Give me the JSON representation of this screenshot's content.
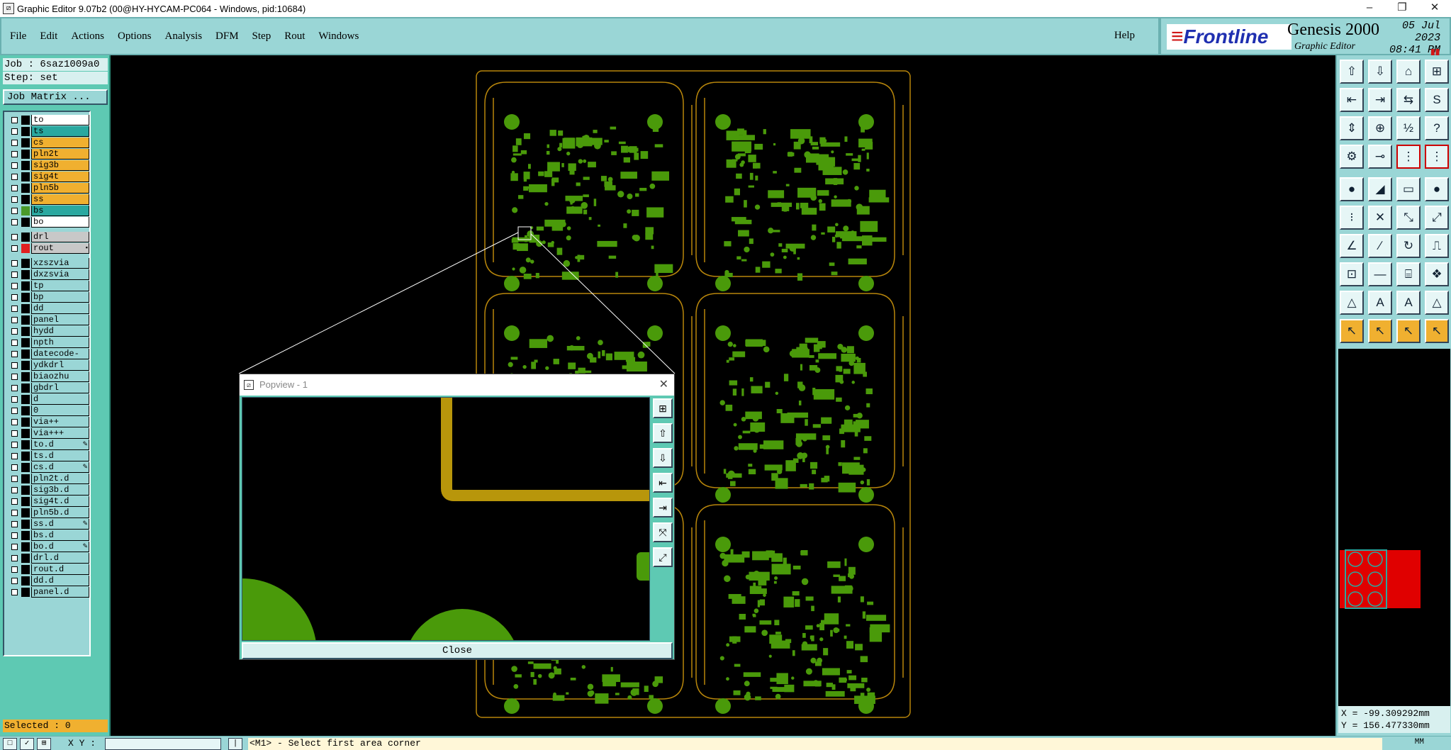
{
  "window": {
    "title": "Graphic Editor 9.07b2 (00@HY-HYCAM-PC064 - Windows, pid:10684)",
    "minimize": "–",
    "restore": "❐",
    "close": "✕"
  },
  "menu": {
    "items": [
      "File",
      "Edit",
      "Actions",
      "Options",
      "Analysis",
      "DFM",
      "Step",
      "Rout",
      "Windows"
    ],
    "help": "Help"
  },
  "brand": {
    "logo": "Frontline",
    "product": "Genesis 2000",
    "subtitle": "Graphic Editor",
    "date": "05 Jul 2023",
    "time": "08:41 PM",
    "marker": "▮▮"
  },
  "job": {
    "job_line": "Job : 6saz1009a0",
    "step_line": "Step: set",
    "job_matrix_button": "Job Matrix ..."
  },
  "layers": [
    {
      "name": "to",
      "bg": "#ffffff",
      "color": "#000000"
    },
    {
      "name": "ts",
      "bg": "#2aa8a0",
      "color": "#000000"
    },
    {
      "name": "cs",
      "bg": "#f0b030",
      "color": "#000000"
    },
    {
      "name": "pln2t",
      "bg": "#f0b030",
      "color": "#000000"
    },
    {
      "name": "sig3b",
      "bg": "#f0b030",
      "color": "#000000"
    },
    {
      "name": "sig4t",
      "bg": "#f0b030",
      "color": "#000000"
    },
    {
      "name": "pln5b",
      "bg": "#f0b030",
      "color": "#000000"
    },
    {
      "name": "ss",
      "bg": "#f0b030",
      "color": "#000000"
    },
    {
      "name": "bs",
      "bg": "#2aa8a0",
      "color": "#4a9a2a"
    },
    {
      "name": "bo",
      "bg": "#ffffff",
      "color": "#000000"
    },
    {
      "name": "drl",
      "bg": "#c8c8c8",
      "color": "#000000"
    },
    {
      "name": "rout",
      "bg": "#c8c8c8",
      "color": "#e02020",
      "flag": "▪"
    },
    {
      "name": "xzszvia",
      "bg": "#9ad6d6",
      "color": "#000000"
    },
    {
      "name": "dxzsvia",
      "bg": "#9ad6d6",
      "color": "#000000"
    },
    {
      "name": "tp",
      "bg": "#9ad6d6",
      "color": "#000000"
    },
    {
      "name": "bp",
      "bg": "#9ad6d6",
      "color": "#000000"
    },
    {
      "name": "dd",
      "bg": "#9ad6d6",
      "color": "#000000"
    },
    {
      "name": "panel",
      "bg": "#9ad6d6",
      "color": "#000000"
    },
    {
      "name": "hydd",
      "bg": "#9ad6d6",
      "color": "#000000"
    },
    {
      "name": "npth",
      "bg": "#9ad6d6",
      "color": "#000000"
    },
    {
      "name": "datecode-to",
      "bg": "#9ad6d6",
      "color": "#000000"
    },
    {
      "name": "ydkdrl",
      "bg": "#9ad6d6",
      "color": "#000000"
    },
    {
      "name": "biaozhu",
      "bg": "#9ad6d6",
      "color": "#000000"
    },
    {
      "name": "gbdrl",
      "bg": "#9ad6d6",
      "color": "#000000"
    },
    {
      "name": "d",
      "bg": "#9ad6d6",
      "color": "#000000"
    },
    {
      "name": "0",
      "bg": "#9ad6d6",
      "color": "#000000"
    },
    {
      "name": "via++",
      "bg": "#9ad6d6",
      "color": "#000000"
    },
    {
      "name": "via+++",
      "bg": "#9ad6d6",
      "color": "#000000"
    },
    {
      "name": "to.d",
      "bg": "#9ad6d6",
      "color": "#000000",
      "flag": "✎"
    },
    {
      "name": "ts.d",
      "bg": "#9ad6d6",
      "color": "#000000"
    },
    {
      "name": "cs.d",
      "bg": "#9ad6d6",
      "color": "#000000",
      "flag": "✎"
    },
    {
      "name": "pln2t.d",
      "bg": "#9ad6d6",
      "color": "#000000"
    },
    {
      "name": "sig3b.d",
      "bg": "#9ad6d6",
      "color": "#000000"
    },
    {
      "name": "sig4t.d",
      "bg": "#9ad6d6",
      "color": "#000000"
    },
    {
      "name": "pln5b.d",
      "bg": "#9ad6d6",
      "color": "#000000"
    },
    {
      "name": "ss.d",
      "bg": "#9ad6d6",
      "color": "#000000",
      "flag": "✎"
    },
    {
      "name": "bs.d",
      "bg": "#9ad6d6",
      "color": "#000000"
    },
    {
      "name": "bo.d",
      "bg": "#9ad6d6",
      "color": "#000000",
      "flag": "✎"
    },
    {
      "name": "drl.d",
      "bg": "#9ad6d6",
      "color": "#000000"
    },
    {
      "name": "rout.d",
      "bg": "#9ad6d6",
      "color": "#000000"
    },
    {
      "name": "dd.d",
      "bg": "#9ad6d6",
      "color": "#000000"
    },
    {
      "name": "panel.d",
      "bg": "#9ad6d6",
      "color": "#000000"
    }
  ],
  "selected": "Selected : 0",
  "tools": [
    {
      "icon": "⇧",
      "name": "zoom-home-icon"
    },
    {
      "icon": "⇩",
      "name": "zoom-down-icon"
    },
    {
      "icon": "⌂",
      "name": "home-icon"
    },
    {
      "icon": "⊞",
      "name": "grid-icon"
    },
    {
      "icon": "⇤",
      "name": "pan-left-icon"
    },
    {
      "icon": "⇥",
      "name": "pan-right-icon"
    },
    {
      "icon": "⇆",
      "name": "swap-icon"
    },
    {
      "icon": "S",
      "name": "snap-icon"
    },
    {
      "icon": "⇕",
      "name": "fit-icon"
    },
    {
      "icon": "⊕",
      "name": "center-icon"
    },
    {
      "icon": "½",
      "name": "half-icon"
    },
    {
      "icon": "?",
      "name": "help-icon"
    },
    {
      "icon": "⚙",
      "name": "settings-icon"
    },
    {
      "icon": "⊸",
      "name": "measure-icon"
    },
    {
      "icon": "⋮",
      "name": "net-icon",
      "red": true
    },
    {
      "icon": "⋮",
      "name": "net2-icon",
      "red": true
    },
    {
      "icon": "●",
      "name": "pad-icon"
    },
    {
      "icon": "◢",
      "name": "surface-icon"
    },
    {
      "icon": "▭",
      "name": "line-icon"
    },
    {
      "icon": "●",
      "name": "circle-icon"
    },
    {
      "icon": "⁝",
      "name": "add-pad-icon"
    },
    {
      "icon": "✕",
      "name": "delete-icon"
    },
    {
      "icon": "⤡",
      "name": "move-icon"
    },
    {
      "icon": "⤢",
      "name": "copy-icon"
    },
    {
      "icon": "∠",
      "name": "angle-icon"
    },
    {
      "icon": "∕",
      "name": "slope-icon"
    },
    {
      "icon": "↻",
      "name": "rotate-icon"
    },
    {
      "icon": "⎍",
      "name": "mirror-icon"
    },
    {
      "icon": "⊡",
      "name": "select-pad-icon"
    },
    {
      "icon": "—",
      "name": "select-line-icon"
    },
    {
      "icon": "⌸",
      "name": "select-box-icon"
    },
    {
      "icon": "❖",
      "name": "select-group-icon"
    },
    {
      "icon": "△",
      "name": "triangle-icon"
    },
    {
      "icon": "A",
      "name": "text-icon"
    },
    {
      "icon": "A",
      "name": "text2-icon"
    },
    {
      "icon": "△",
      "name": "shape-icon"
    },
    {
      "icon": "↖",
      "name": "pointer-icon",
      "active": true
    },
    {
      "icon": "↖",
      "name": "pointer2-icon",
      "active": true
    },
    {
      "icon": "↖",
      "name": "pointer3-icon",
      "active": true
    },
    {
      "icon": "↖",
      "name": "pointer4-icon",
      "active": true
    }
  ],
  "coords": {
    "x": "X = -99.309292mm",
    "y": "Y = 156.477330mm"
  },
  "popview": {
    "title": "Popview - 1",
    "close_x": "✕",
    "close_button": "Close",
    "tools": [
      "⊞",
      "⇧",
      "⇩",
      "⇤",
      "⇥",
      "⤧",
      "⤢"
    ]
  },
  "bottom": {
    "xy_label": "X Y :",
    "prompt": "<M1> - Select first area corner",
    "units": "MM"
  },
  "colors": {
    "pad_green": "#4a9a0a",
    "outline_gold": "#b8860b",
    "teal_panel": "#5ec9b3",
    "light_cyan": "#9ad6d6",
    "mini_red": "#e00000"
  }
}
